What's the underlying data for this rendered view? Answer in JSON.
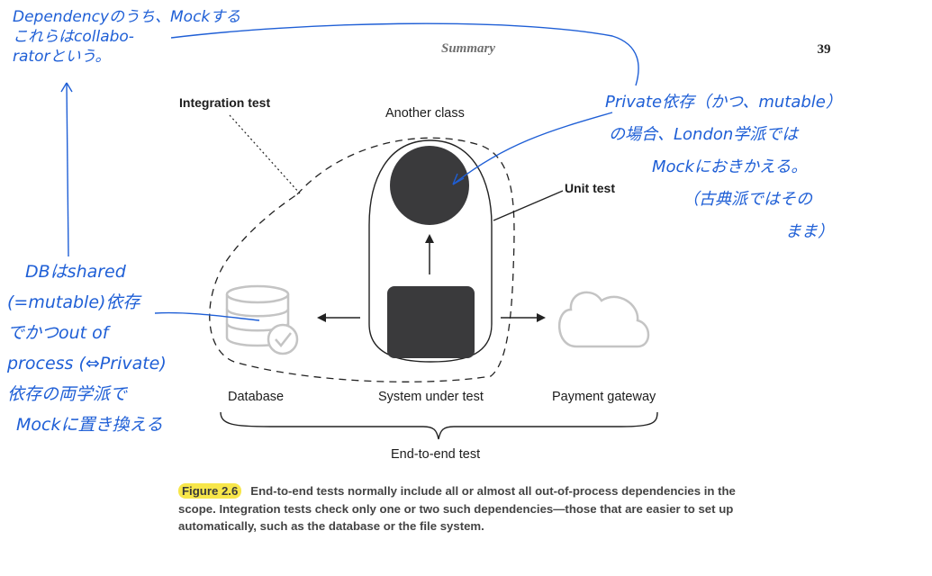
{
  "page": {
    "running_head": "Summary",
    "page_number": "39"
  },
  "diagram": {
    "labels": {
      "integration_test": "Integration test",
      "another_class": "Another class",
      "unit_test": "Unit test",
      "database": "Database",
      "system_under_test": "System under test",
      "payment_gateway": "Payment gateway",
      "end_to_end_test": "End-to-end test"
    },
    "icons": [
      "database-icon",
      "cloud-icon",
      "check-icon"
    ]
  },
  "caption": {
    "label": "Figure 2.6",
    "text": "End-to-end tests normally include all or almost all out-of-process dependencies in the scope. Integration tests check only one or two such dependencies—those that are easier to set up automatically, such as the database or the file system."
  },
  "annotations": {
    "top_left": [
      "Dependencyのうち、Mockする",
      "これらはcollabo-",
      "ratorという。"
    ],
    "right": [
      "Private依存（かつ、mutable）",
      "の場合、London学派では",
      "Mockにおきかえる。",
      "（古典派ではその",
      "まま）"
    ],
    "left": [
      "DBはshared",
      "(=mutable)依存",
      "でかつout of",
      "process (⇔Private)",
      "依存の両学派で",
      "Mockに置き換える"
    ]
  },
  "colors": {
    "ink": "#1f5fd6",
    "highlight": "#f7e64a",
    "dark_box": "#3a3a3c"
  }
}
